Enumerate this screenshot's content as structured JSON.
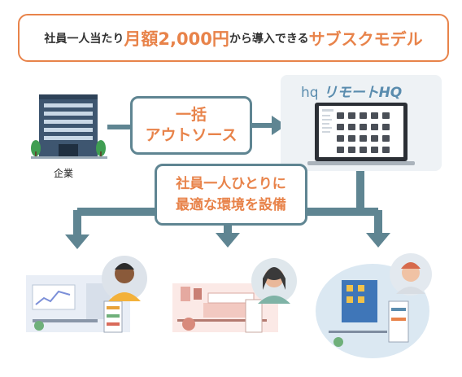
{
  "headline": {
    "part1": "社員一人当たり",
    "part2": "月額2,000円",
    "part3": "から導入できる",
    "part4": "サブスクモデル"
  },
  "company": {
    "label": "企業"
  },
  "outsource": {
    "line1": "一括",
    "line2": "アウトソース"
  },
  "provider": {
    "logo_mark": "hq",
    "name": "リモートHQ"
  },
  "environment": {
    "line1": "社員一人ひとりに",
    "line2": "最適な環境を設備"
  },
  "colors": {
    "accent": "#e8834a",
    "flow": "#5f8592",
    "logo": "#5a8cae"
  },
  "icons": [
    "office-building-icon",
    "laptop-icon",
    "arrow-right-icon",
    "arrow-down-icon",
    "avatar-icon"
  ]
}
